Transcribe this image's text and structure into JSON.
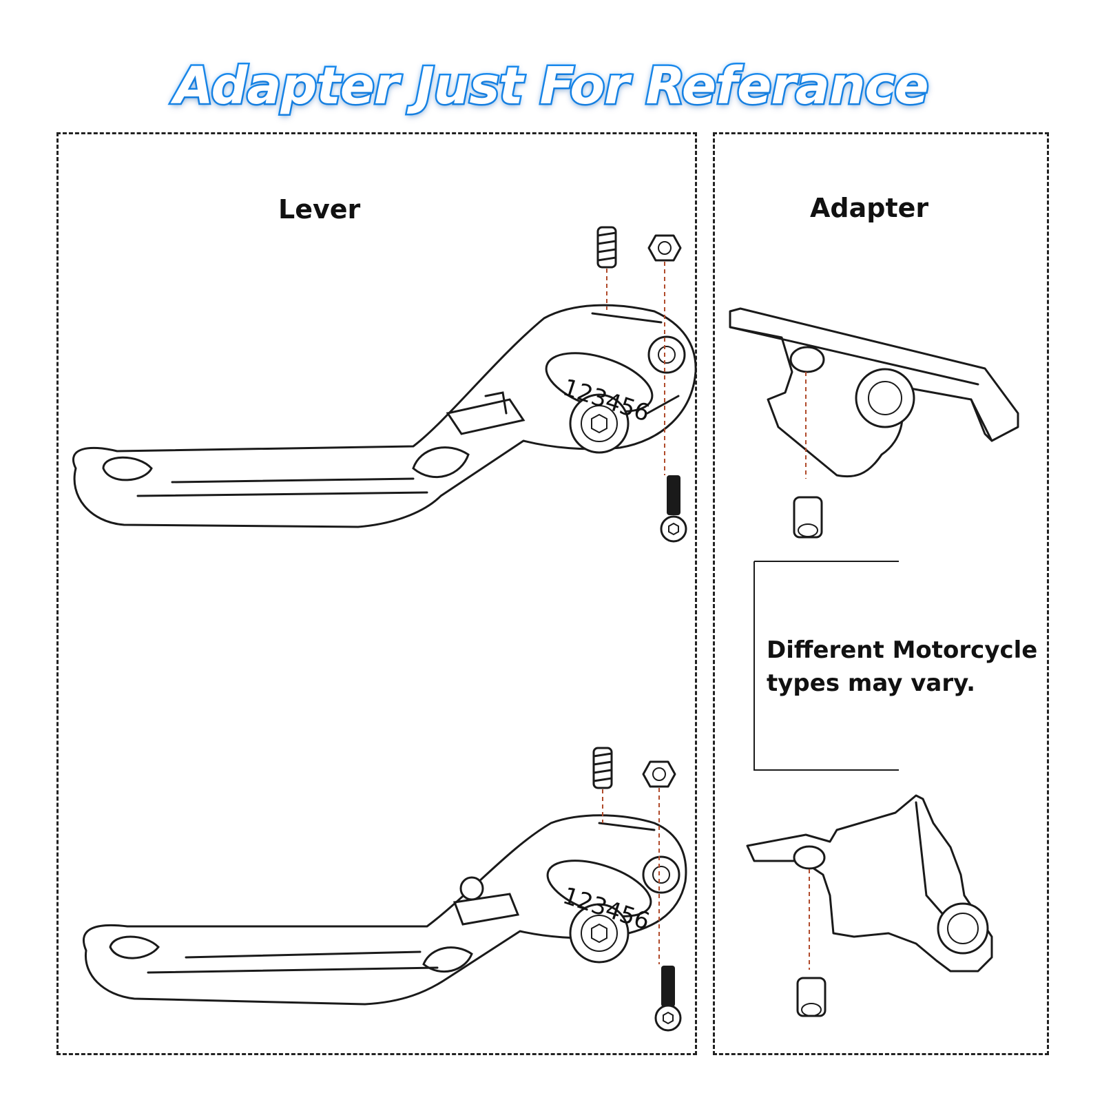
{
  "title": "Adapter Just For Referance",
  "lever_panel": {
    "label": "Lever"
  },
  "adapter_panel": {
    "label": "Adapter"
  },
  "note": {
    "line1": "Different Motorcycle",
    "line2": "types may vary."
  },
  "dial_numbers": "123456",
  "colors": {
    "title_outline": "#1a8cf0",
    "line": "#1a1a1a",
    "axis": "#b04a2a"
  }
}
